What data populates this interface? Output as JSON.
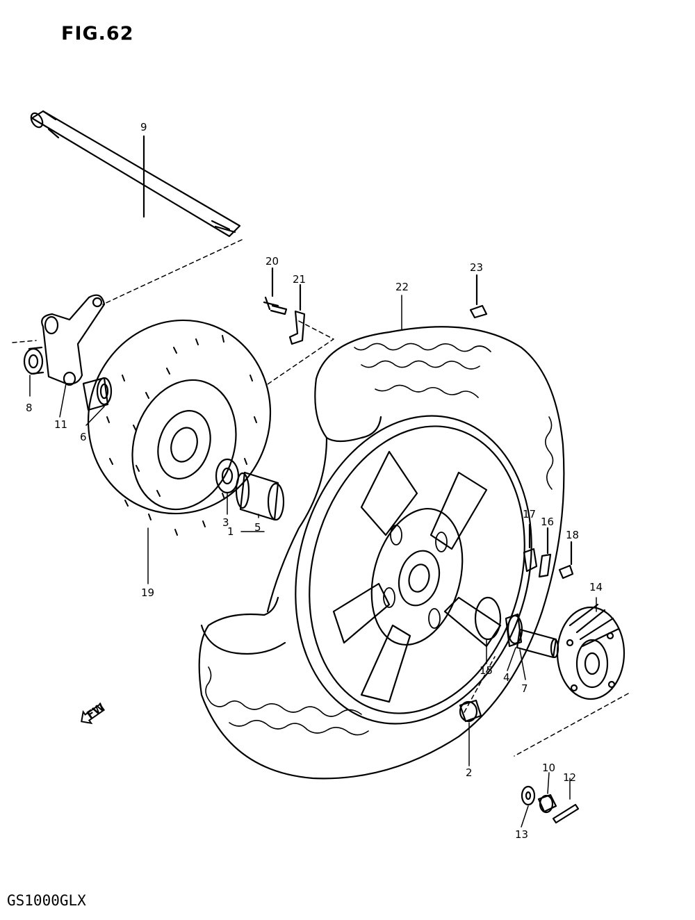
{
  "figure": {
    "title": "FIG.62",
    "model": "GS1000GLX",
    "direction_marker": "FWD"
  },
  "callouts": [
    "1",
    "2",
    "3",
    "4",
    "5",
    "6",
    "7",
    "8",
    "9",
    "10",
    "11",
    "12",
    "13",
    "14",
    "15",
    "16",
    "17",
    "18",
    "19",
    "20",
    "21",
    "22",
    "23"
  ]
}
